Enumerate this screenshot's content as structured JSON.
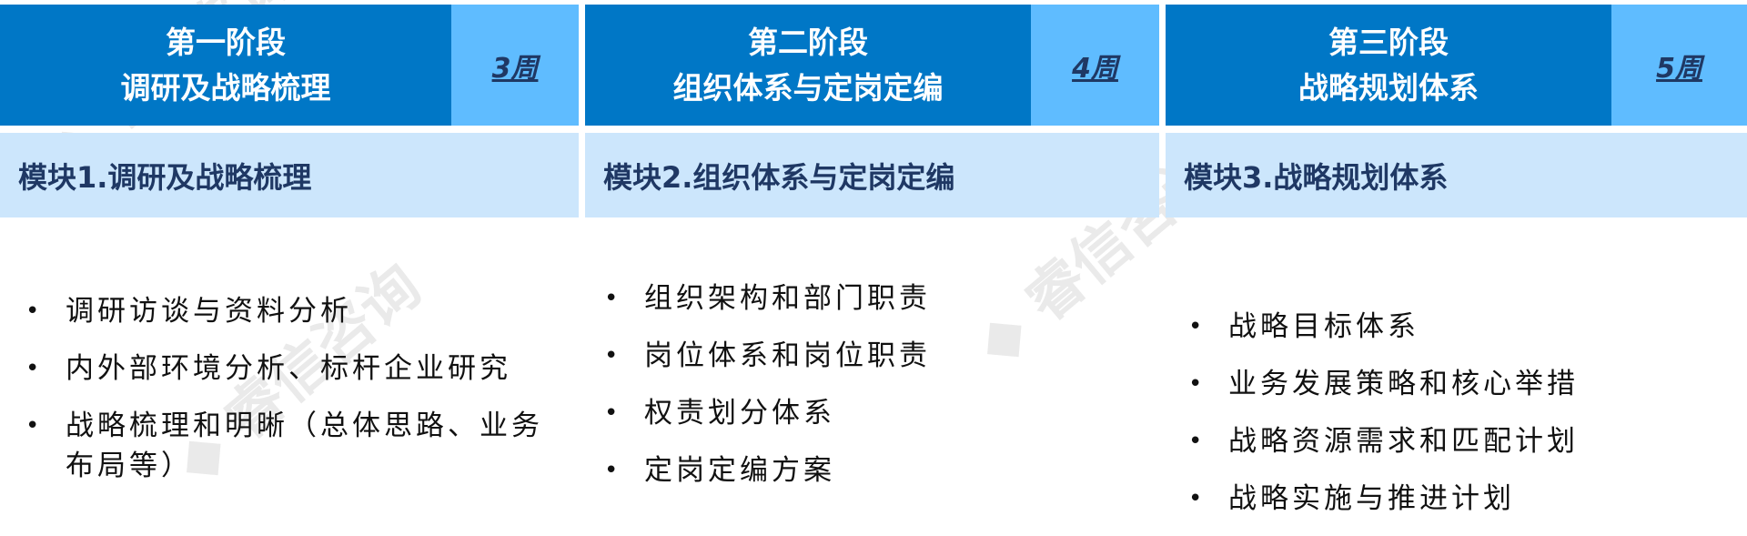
{
  "stages": [
    {
      "title": "第一阶段",
      "subtitle": "调研及战略梳理",
      "weeks": "3周",
      "module": "模块1.调研及战略梳理",
      "items": [
        "调研访谈与资料分析",
        "内外部环境分析、标杆企业研究",
        "战略梳理和明晰（总体思路、业务布局等）"
      ]
    },
    {
      "title": "第二阶段",
      "subtitle": "组织体系与定岗定编",
      "weeks": "4周",
      "module": "模块2.组织体系与定岗定编",
      "items": [
        "组织架构和部门职责",
        "岗位体系和岗位职责",
        "权责划分体系",
        "定岗定编方案"
      ]
    },
    {
      "title": "第三阶段",
      "subtitle": "战略规划体系",
      "weeks": "5周",
      "module": "模块3.战略规划体系",
      "items": [
        "战略目标体系",
        "业务发展策略和核心举措",
        "战略资源需求和匹配计划",
        "战略实施与推进计划"
      ]
    }
  ],
  "watermark": "睿信咨询",
  "colors": {
    "stage_header": "#0077c6",
    "weeks_box": "#5fbcff",
    "module_bar": "#cce6fc",
    "module_text": "#1f3864"
  }
}
